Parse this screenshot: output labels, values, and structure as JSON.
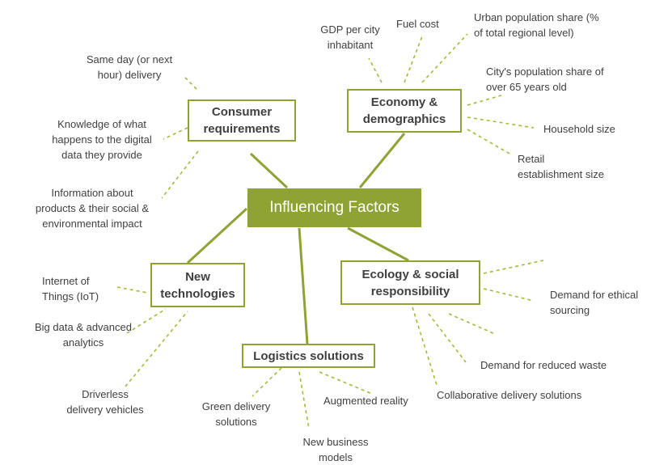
{
  "center": {
    "label": "Influencing Factors"
  },
  "categories": {
    "consumer": "Consumer\nrequirements",
    "economy": "Economy &\ndemographics",
    "technologies": "New\ntechnologies",
    "ecology": "Ecology & social\nresponsibility",
    "logistics": "Logistics solutions"
  },
  "factors": {
    "same_day": "Same day (or next\nhour) delivery",
    "knowledge": "Knowledge of what\nhappens to the digital\ndata they provide",
    "information": "Information about\nproducts & their social &\nenvironmental impact",
    "gdp": "GDP per city\ninhabitant",
    "fuel": "Fuel cost",
    "urban": "Urban population share (%\nof total regional level)",
    "over65": "City's population share of\nover 65 years old",
    "household": "Household size",
    "retail": "Retail\nestablishment size",
    "iot": "Internet of\nThings (IoT)",
    "bigdata": "Big data & advanced\nanalytics",
    "driverless": "Driverless\ndelivery vehicles",
    "ethical": "Demand for ethical\nsourcing",
    "waste": "Demand for reduced waste",
    "collab": "Collaborative delivery solutions",
    "green": "Green delivery\nsolutions",
    "ar": "Augmented reality",
    "business": "New business\nmodels"
  },
  "colors": {
    "accent": "#8fa334",
    "dashed": "#a4b93b",
    "text": "#404040"
  }
}
